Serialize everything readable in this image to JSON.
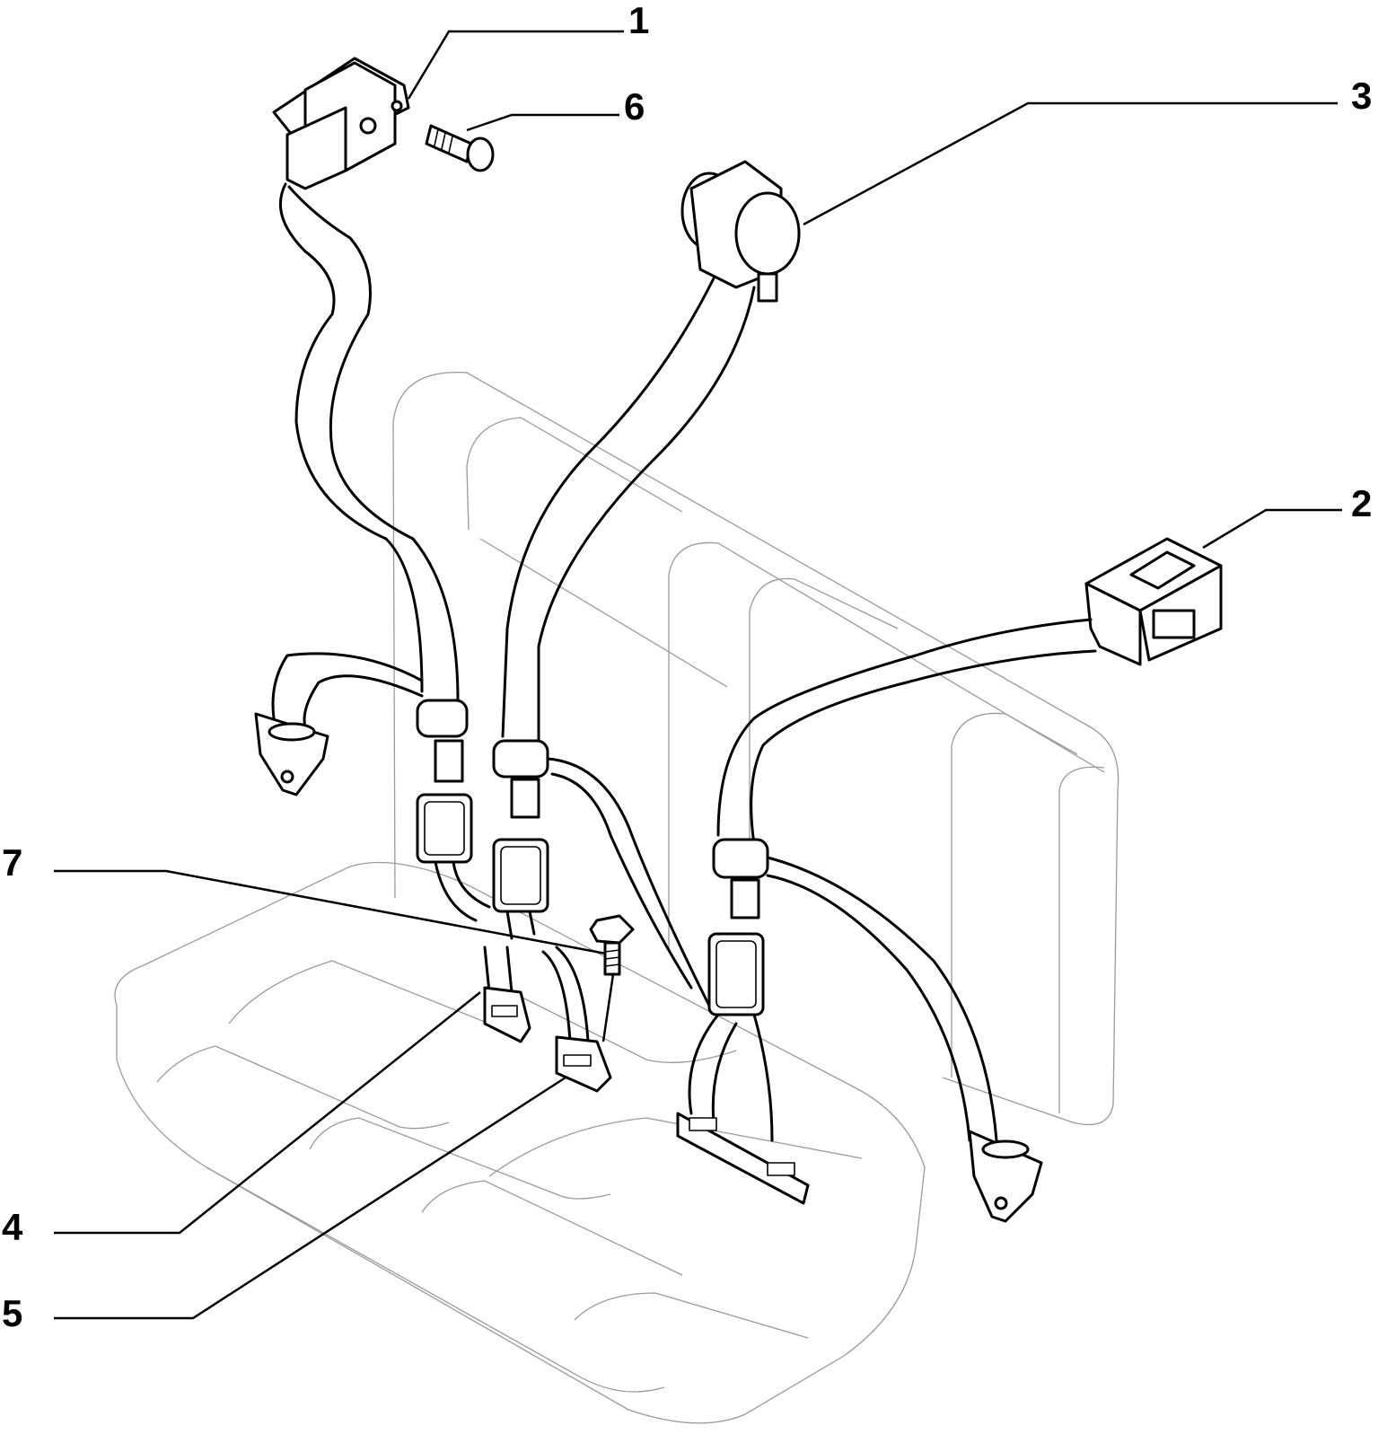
{
  "callouts": {
    "c1": "1",
    "c2": "2",
    "c3": "3",
    "c4": "4",
    "c5": "5",
    "c6": "6",
    "c7": "7"
  },
  "colors": {
    "line": "#000000",
    "seat_outline": "#9a9a9a",
    "background": "#ffffff"
  }
}
